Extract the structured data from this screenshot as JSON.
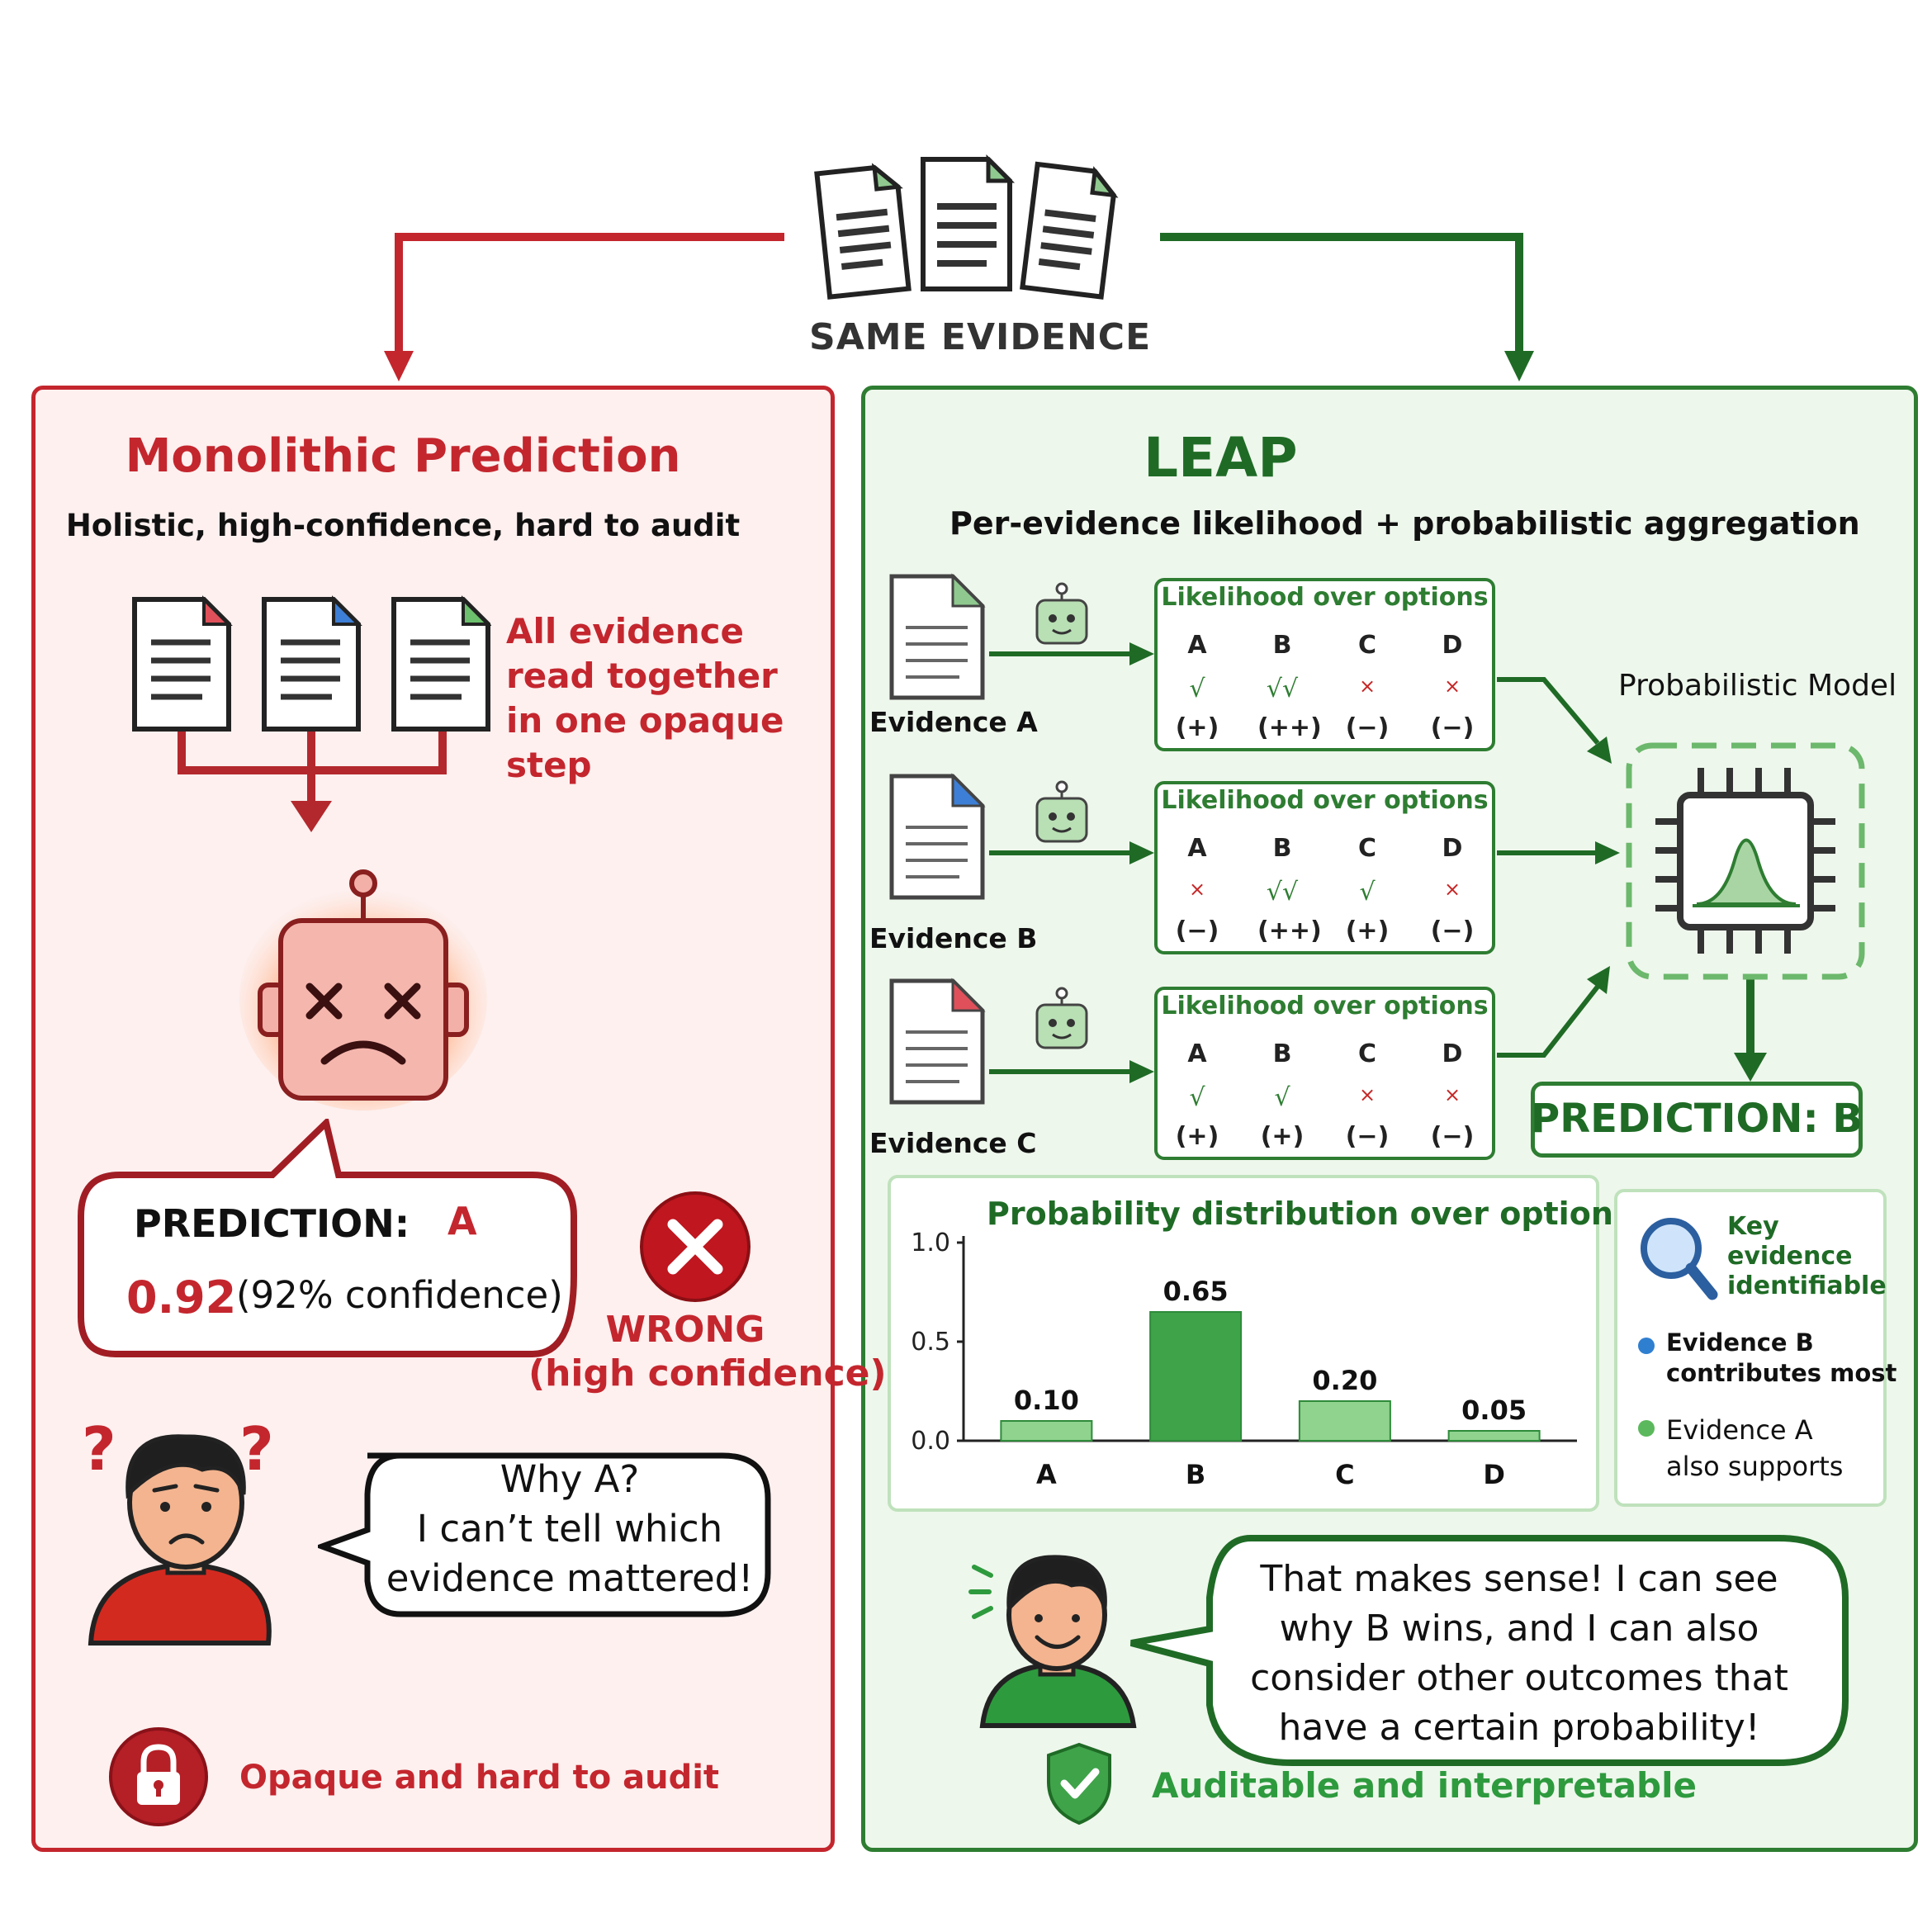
{
  "top": {
    "label": "SAME EVIDENCE"
  },
  "left": {
    "title": "Monolithic Prediction",
    "subtitle": "Holistic, high-confidence, hard to audit",
    "evidence_note": [
      "All evidence",
      "read together",
      "in one opaque",
      "step"
    ],
    "prediction_label": "PREDICTION:",
    "prediction_value": "A",
    "confidence_value": "0.92",
    "confidence_text": "(92% confidence)",
    "wrong_label": "WRONG",
    "wrong_sub": "(high confidence)",
    "user_speech": [
      "Why A?",
      "I can’t tell which",
      "evidence mattered!"
    ],
    "footer": "Opaque and hard to audit"
  },
  "right": {
    "title": "LEAP",
    "subtitle": "Per-evidence likelihood + probabilistic aggregation",
    "model_label": "Probabilistic Model",
    "prediction": "PREDICTION: B",
    "evidence": [
      {
        "label": "Evidence A",
        "box_title": "Likelihood over options",
        "options": [
          "A",
          "B",
          "C",
          "D"
        ],
        "marks": [
          "√",
          "√√",
          "×",
          "×"
        ],
        "signs": [
          "(+)",
          "(++)",
          "(−)",
          "(−)"
        ]
      },
      {
        "label": "Evidence B",
        "box_title": "Likelihood over options",
        "options": [
          "A",
          "B",
          "C",
          "D"
        ],
        "marks": [
          "×",
          "√√",
          "√",
          "×"
        ],
        "signs": [
          "(−)",
          "(++)",
          "(+)",
          "(−)"
        ]
      },
      {
        "label": "Evidence C",
        "box_title": "Likelihood over options",
        "options": [
          "A",
          "B",
          "C",
          "D"
        ],
        "marks": [
          "√",
          "√",
          "×",
          "×"
        ],
        "signs": [
          "(+)",
          "(+)",
          "(−)",
          "(−)"
        ]
      }
    ],
    "key_title": [
      "Key",
      "evidence",
      "identifiable"
    ],
    "key_items": [
      {
        "text": [
          "Evidence B",
          "contributes most"
        ],
        "color": "#2f7fd1"
      },
      {
        "text": [
          "Evidence A",
          "also supports"
        ],
        "color": "#5cb85c"
      }
    ],
    "user_speech": [
      "That makes sense! I can see",
      "why B wins, and I can also",
      "consider other outcomes that",
      "have a certain probability!"
    ],
    "footer": "Auditable and interpretable"
  },
  "chart_data": {
    "type": "bar",
    "title": "Probability distribution over options",
    "categories": [
      "A",
      "B",
      "C",
      "D"
    ],
    "values": [
      0.1,
      0.65,
      0.2,
      0.05
    ],
    "value_labels": [
      "0.10",
      "0.65",
      "0.20",
      "0.05"
    ],
    "yticks": [
      "1.0",
      "0.5",
      "0.0"
    ],
    "ylim": [
      0,
      1.0
    ],
    "bar_colors": [
      "#8fd38f",
      "#3fa34a",
      "#8fd38f",
      "#8fd38f"
    ]
  },
  "colors": {
    "red": "#c4262e",
    "green": "#2e7d32"
  }
}
